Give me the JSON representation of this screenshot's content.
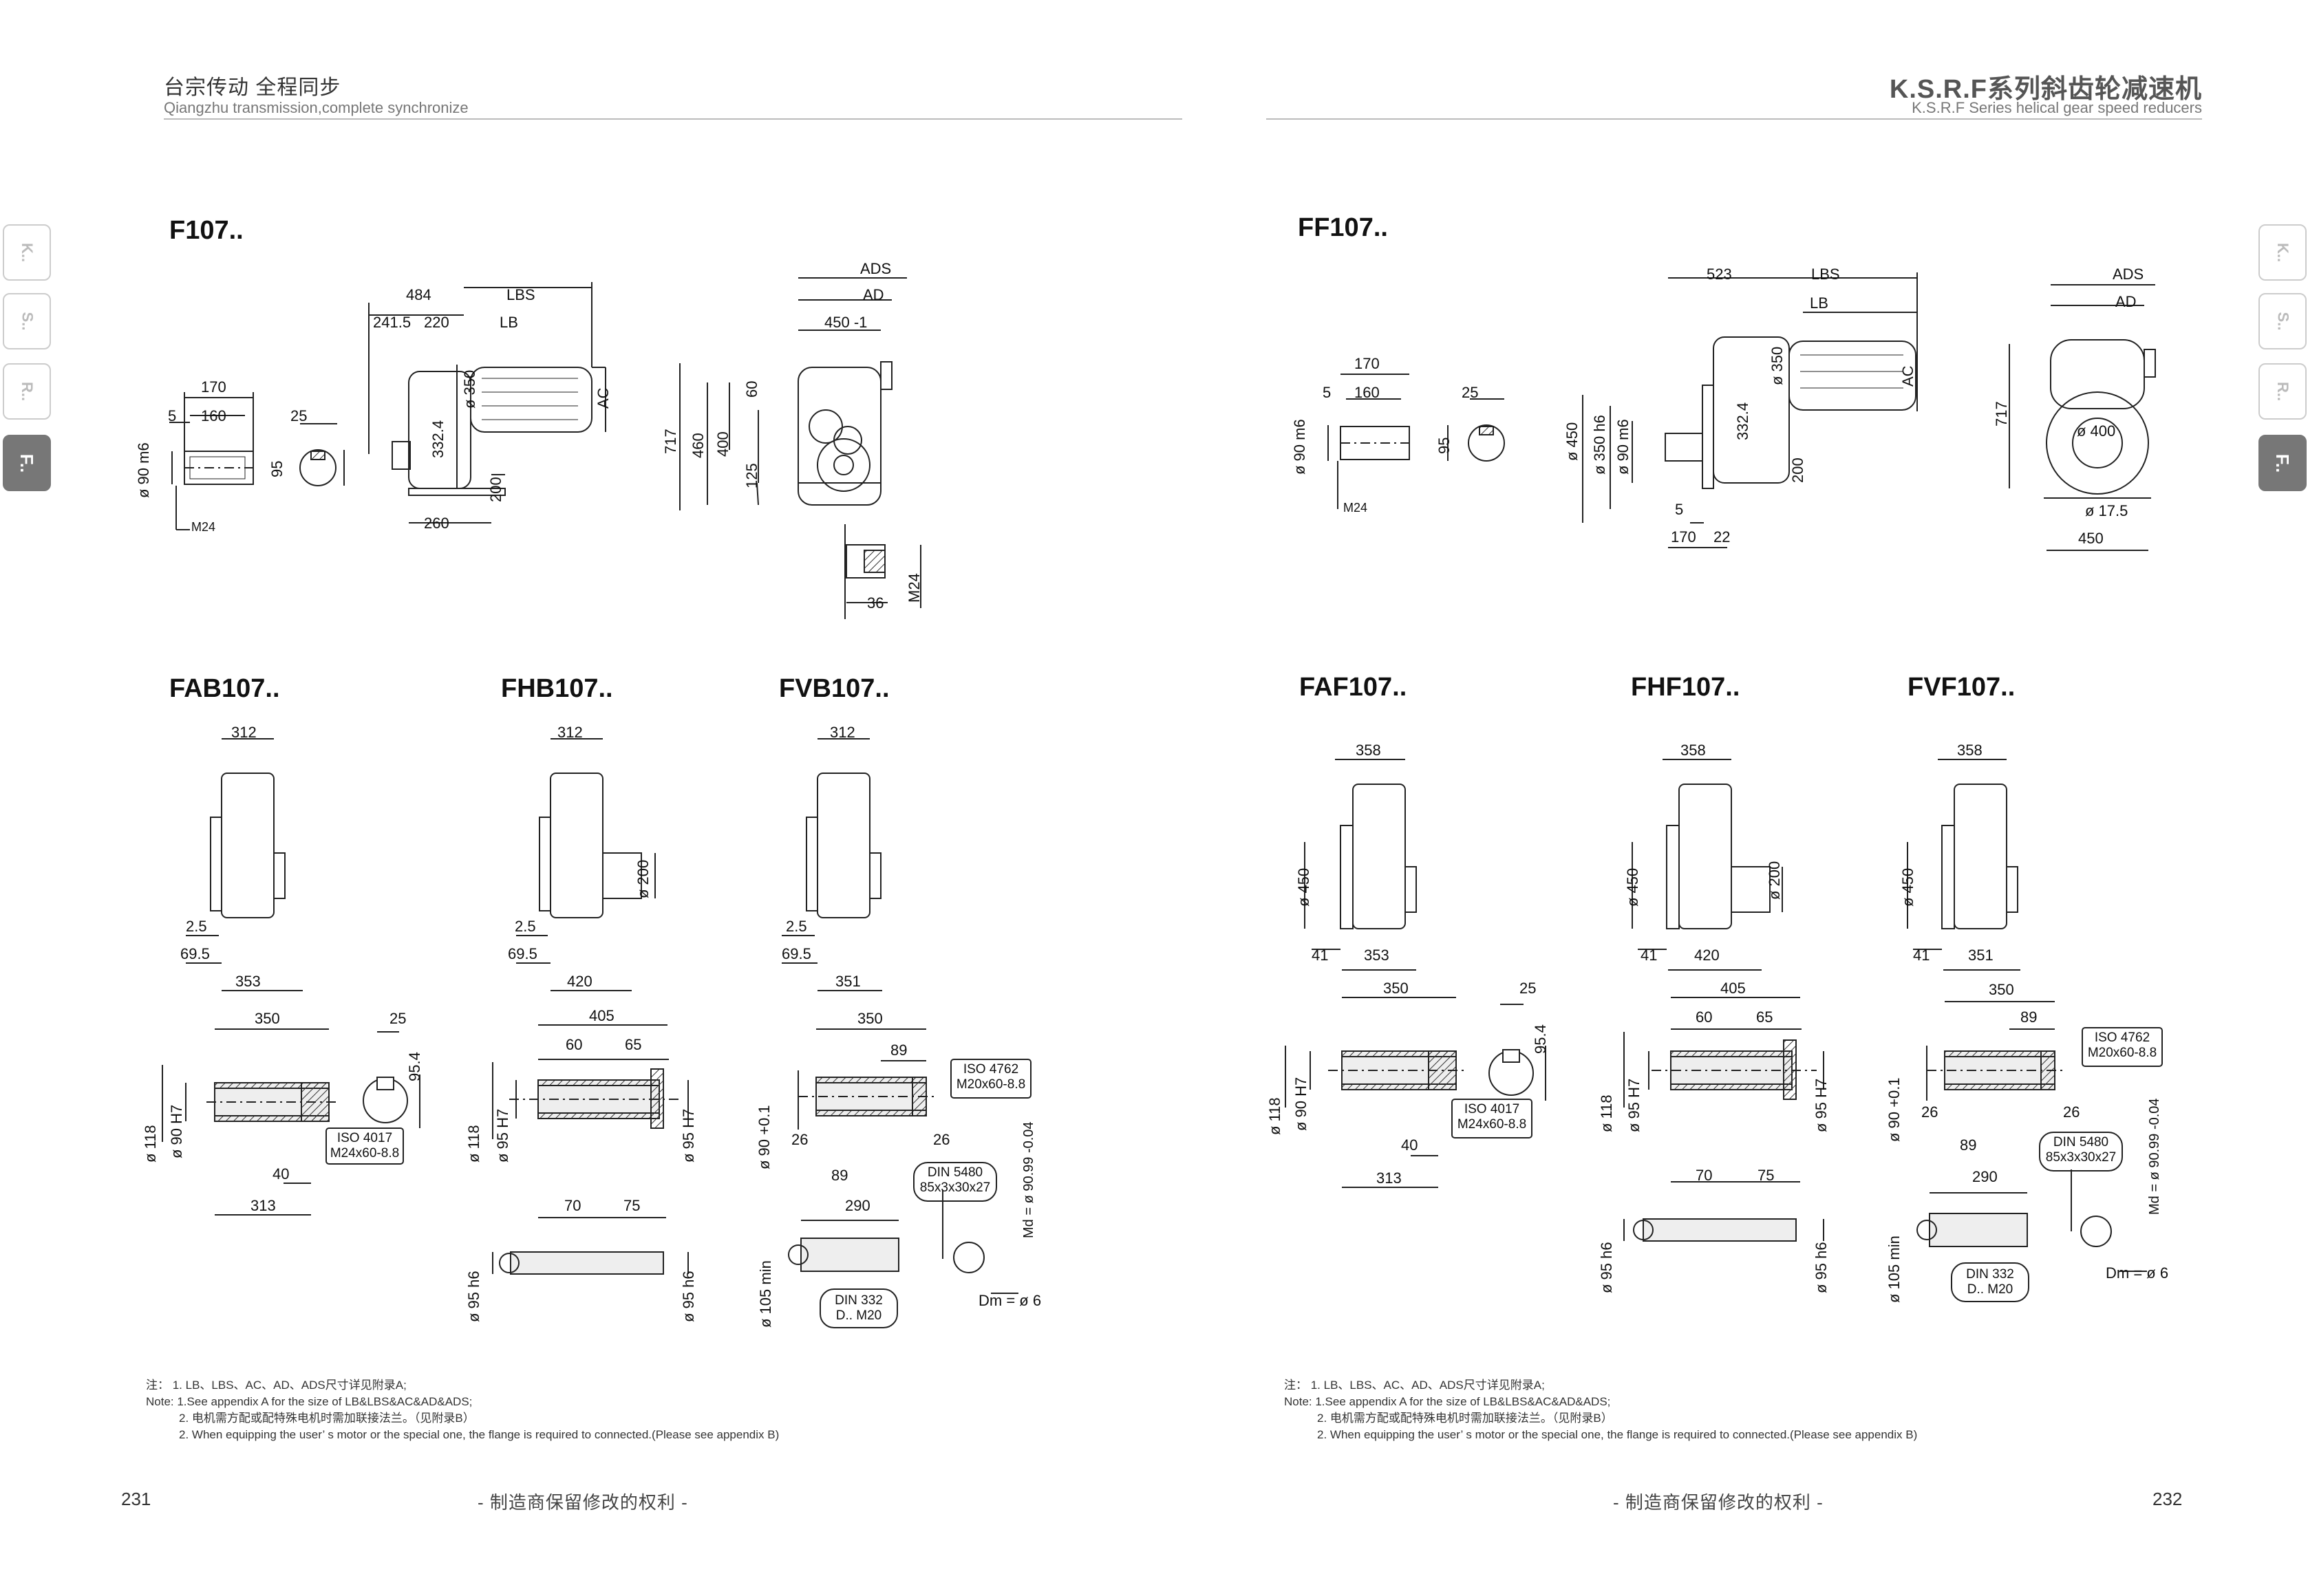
{
  "header": {
    "left_cn": "台宗传动   全程同步",
    "left_en": "Qiangzhu transmission,complete synchronize",
    "right_cn": "K.S.R.F系列斜齿轮减速机",
    "right_en": "K.S.R.F Series helical gear speed reducers"
  },
  "tabs": [
    {
      "label": "K..",
      "active": false
    },
    {
      "label": "S..",
      "active": false
    },
    {
      "label": "R..",
      "active": false
    },
    {
      "label": "F..",
      "active": true
    }
  ],
  "sections": {
    "f107": "F107..",
    "ff107": "FF107..",
    "fab107": "FAB107..",
    "fhb107": "FHB107..",
    "fvb107": "FVB107..",
    "faf107": "FAF107..",
    "fhf107": "FHF107..",
    "fvf107": "FVF107.."
  },
  "dims": {
    "f107_shaft": {
      "d170": "170",
      "d160": "160",
      "d5": "5",
      "d25": "25",
      "d95": "95",
      "dia90": "ø 90 m6",
      "m24": "M24"
    },
    "f107_side": {
      "d484": "484",
      "lbs": "LBS",
      "d2415": "241.5",
      "d220": "220",
      "lb": "LB",
      "dia350": "ø 350",
      "ac": "AC",
      "d3324": "332.4",
      "d200": "200",
      "d260": "260"
    },
    "f107_front": {
      "ads": "ADS",
      "ad": "AD",
      "d450": "450 -1",
      "d717": "717",
      "d460": "460",
      "d400": "400",
      "d60": "60",
      "d125": "125"
    },
    "f107_detail": {
      "d36": "36",
      "m24": "M24"
    },
    "ff107_shaft": {
      "d170": "170",
      "d160": "160",
      "d5": "5",
      "d25": "25",
      "d95": "95",
      "dia90": "ø 90 m6",
      "m24": "M24"
    },
    "ff107_side": {
      "d523": "523",
      "lbs": "LBS",
      "lb": "LB",
      "dia350": "ø 350",
      "ac": "AC",
      "d3324": "332.4",
      "d200": "200",
      "dia450": "ø 450",
      "dia350h6": "ø 350 h6",
      "dia90m6": "ø 90 m6",
      "d5": "5",
      "d170": "170",
      "d22": "22"
    },
    "ff107_front": {
      "ads": "ADS",
      "ad": "AD",
      "d717": "717",
      "dia400": "ø 400",
      "dia175": "ø 17.5",
      "d450": "450"
    },
    "hollow_a": {
      "d312": "312",
      "d25": "2.5",
      "d695": "69.5",
      "d353": "353"
    },
    "hollow_h": {
      "d312": "312",
      "dia200": "ø 200",
      "d25": "2.5",
      "d695": "69.5",
      "d420": "420"
    },
    "hollow_v": {
      "d312": "312",
      "d25": "2.5",
      "d695": "69.5",
      "d351": "351"
    },
    "flange_a": {
      "d358": "358",
      "dia450": "ø 450",
      "d41": "41",
      "d353": "353"
    },
    "flange_h": {
      "d358": "358",
      "dia450": "ø 450",
      "dia200": "ø 200",
      "d41": "41",
      "d420": "420"
    },
    "flange_v": {
      "d358": "358",
      "dia450": "ø 450",
      "d41": "41",
      "d351": "351"
    },
    "shaft_fab": {
      "d350": "350",
      "d25": "25",
      "d954": "95.4",
      "dia118": "ø 118",
      "dia90h7": "ø 90 H7",
      "iso1": "ISO 4017",
      "iso2": "M24x60-8.8",
      "d40": "40",
      "d313": "313"
    },
    "shaft_fhb": {
      "d405": "405",
      "d60": "60",
      "d65": "65",
      "dia118": "ø 118",
      "dia95h7": "ø 95 H7",
      "dia95h7b": "ø 95 H7",
      "d70": "70",
      "d75": "75",
      "dia95h6": "ø 95 h6",
      "dia95h6b": "ø 95 h6"
    },
    "shaft_fvb": {
      "d350": "350",
      "d89": "89",
      "iso1": "ISO 4762",
      "iso2": "M20x60-8.8",
      "dia90": "ø 90 +0.1",
      "d26a": "26",
      "d26b": "26",
      "d89b": "89",
      "din1": "DIN 5480",
      "din2": "85x3x30x27",
      "d290": "290",
      "md": "Md = ø 90.99 -0.04",
      "dia105": "ø 105 min",
      "din3": "DIN 332",
      "din4": "D.. M20",
      "dm": "Dm = ø 6"
    },
    "shaft_faf": {
      "d350": "350",
      "d25": "25",
      "d954": "95.4",
      "dia118": "ø 118",
      "dia90h7": "ø 90 H7",
      "iso1": "ISO 4017",
      "iso2": "M24x60-8.8",
      "d40": "40",
      "d313": "313"
    },
    "shaft_fhf": {
      "d405": "405",
      "d60": "60",
      "d65": "65",
      "dia118": "ø 118",
      "dia95h7": "ø 95 H7",
      "dia95h7b": "ø 95 H7",
      "d70": "70",
      "d75": "75",
      "dia95h6": "ø 95 h6",
      "dia95h6b": "ø 95 h6"
    },
    "shaft_fvf": {
      "d350": "350",
      "d89": "89",
      "iso1": "ISO 4762",
      "iso2": "M20x60-8.8",
      "dia90": "ø 90 +0.1",
      "d26a": "26",
      "d26b": "26",
      "d89b": "89",
      "din1": "DIN 5480",
      "din2": "85x3x30x27",
      "d290": "290",
      "md": "Md = ø 90.99 -0.04",
      "dia105": "ø 105 min",
      "din3": "DIN 332",
      "din4": "D.. M20",
      "dm": "Dm = ø 6"
    }
  },
  "notes": {
    "l1": "注：   1. LB、LBS、AC、AD、ADS尺寸详见附录A;",
    "l2": "Note: 1.See appendix A for the size of LB&LBS&AC&AD&ADS;",
    "l3": "2. 电机需方配或配特殊电机时需加联接法兰。（见附录B）",
    "l4": "2. When equipping the user’ s motor or the special one, the flange is required to connected.(Please see appendix B)"
  },
  "footer": {
    "rights": "- 制造商保留修改的权利 -",
    "page_left": "231",
    "page_right": "232"
  }
}
